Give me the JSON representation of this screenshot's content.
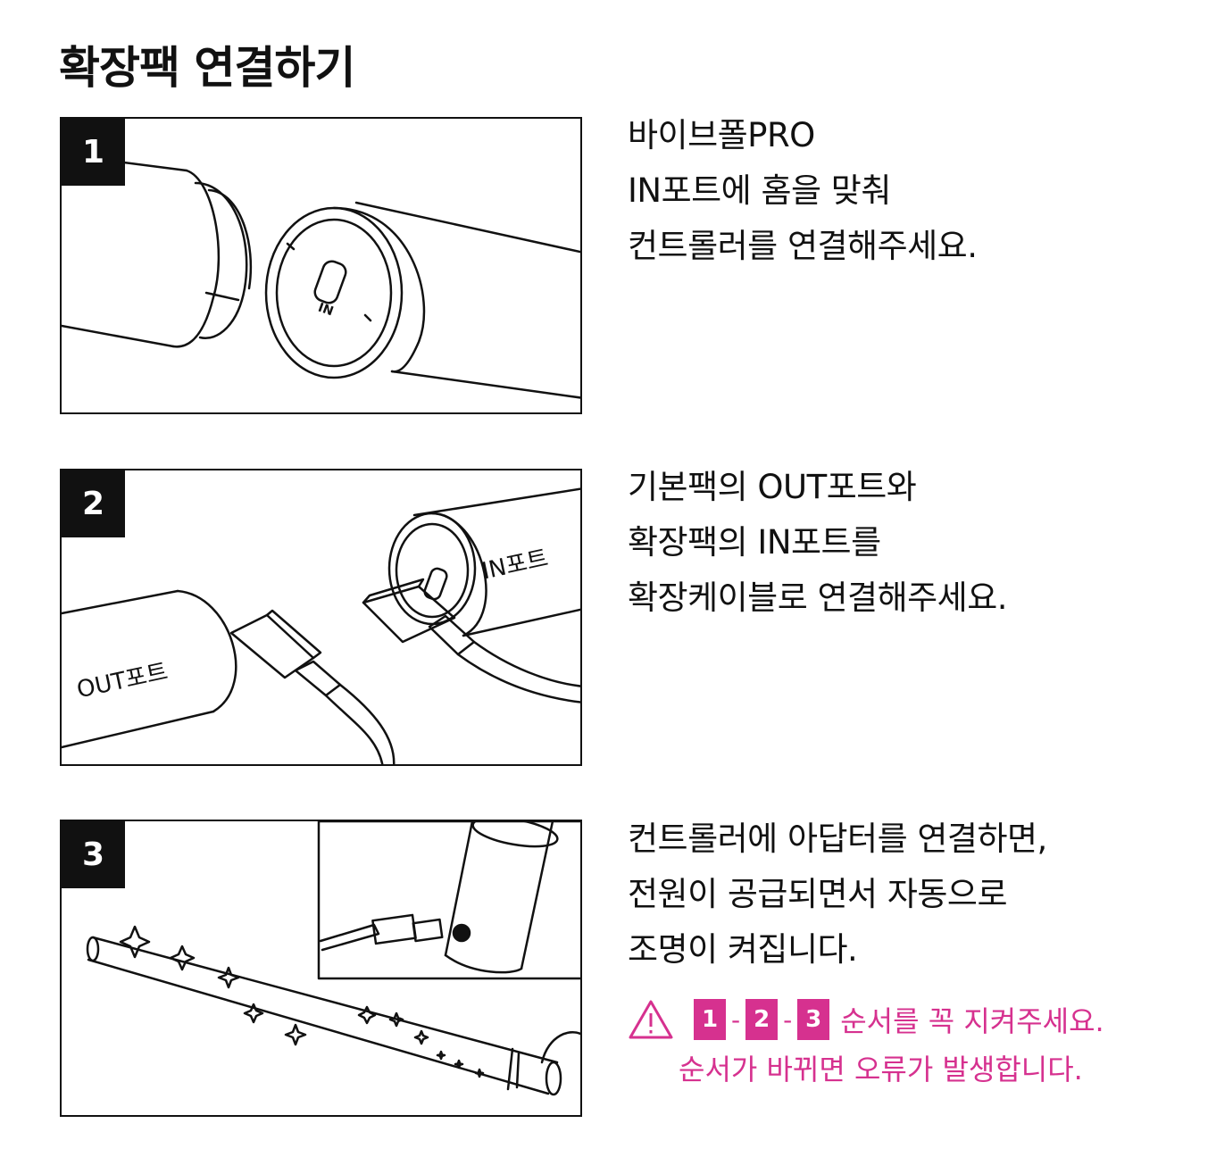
{
  "title": "확장팩 연결하기",
  "steps": [
    {
      "number": "1",
      "lines": [
        "바이브폴PRO",
        "IN포트에 홈을 맞춰",
        "컨트롤러를 연결해주세요."
      ]
    },
    {
      "number": "2",
      "lines": [
        "기본팩의 OUT포트와",
        "확장팩의 IN포트를",
        "확장케이블로 연결해주세요."
      ],
      "labels": {
        "out_port": "OUT포트",
        "in_port": "IN포트"
      }
    },
    {
      "number": "3",
      "lines": [
        "컨트롤러에 아답터를 연결하면,",
        "전원이 공급되면서 자동으로",
        "조명이 켜집니다."
      ]
    }
  ],
  "port_mark": "IN",
  "warning": {
    "order": [
      "1",
      "2",
      "3"
    ],
    "separator": "-",
    "line1": "순서를 꼭 지켜주세요.",
    "line2": "순서가 바뀌면 오류가 발생합니다.",
    "color": "#d6318f",
    "icon": "warning-triangle-icon"
  }
}
